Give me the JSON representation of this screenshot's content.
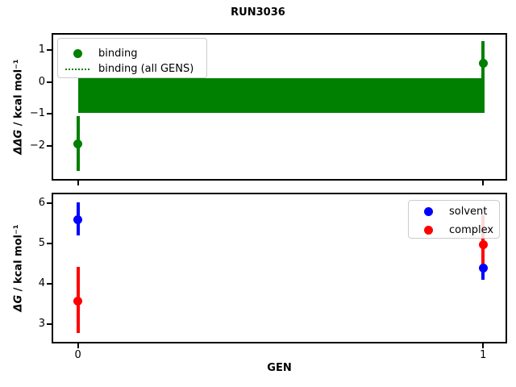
{
  "title": "RUN3036",
  "top_plot": {
    "ylabel_math": "ΔΔG",
    "ylabel_rest": " / kcal mol⁻¹",
    "legend": [
      {
        "label": "binding",
        "marker": "circle",
        "color": "#008000"
      },
      {
        "label": "binding (all GENS)",
        "marker": "dotted-line",
        "color": "#008000"
      }
    ]
  },
  "bottom_plot": {
    "xlabel": "GEN",
    "ylabel_math": "ΔG",
    "ylabel_rest": " / kcal mol⁻¹",
    "legend": [
      {
        "label": "solvent",
        "marker": "circle",
        "color": "#0000ff"
      },
      {
        "label": "complex",
        "marker": "circle",
        "color": "#ff0000"
      }
    ]
  },
  "chart_data": [
    {
      "type": "errorbar",
      "subplot": "top",
      "title": "RUN3036",
      "ylabel": "ΔΔG / kcal mol⁻¹",
      "x": [
        0,
        1
      ],
      "series": [
        {
          "name": "binding",
          "color": "#008000",
          "y": [
            -1.94,
            0.59
          ],
          "err_lo": [
            -2.79,
            -0.97
          ],
          "err_hi": [
            -1.07,
            1.28
          ]
        }
      ],
      "band": {
        "name": "binding (all GENS)",
        "color": "#008000",
        "from": -0.97,
        "to": 0.12,
        "x_from": 0,
        "x_to": 1
      },
      "yticks": [
        "1",
        "0",
        "−1",
        "−2"
      ],
      "ytick_values": [
        1,
        0,
        -1,
        -2
      ],
      "xtick_values": [
        0,
        1
      ],
      "ylim": [
        -3.05,
        1.48
      ],
      "xlim": [
        -0.06,
        1.06
      ],
      "legend_position": "upper left"
    },
    {
      "type": "errorbar",
      "subplot": "bottom",
      "xlabel": "GEN",
      "ylabel": "ΔG / kcal mol⁻¹",
      "x": [
        0,
        1
      ],
      "series": [
        {
          "name": "solvent",
          "color": "#0000ff",
          "y": [
            5.59,
            4.39
          ],
          "err_lo": [
            5.21,
            4.1
          ],
          "err_hi": [
            6.02,
            4.69
          ]
        },
        {
          "name": "complex",
          "color": "#ff0000",
          "y": [
            3.57,
            4.97
          ],
          "err_lo": [
            2.79,
            4.41
          ],
          "err_hi": [
            4.42,
            5.71
          ]
        }
      ],
      "yticks": [
        "6",
        "5",
        "4",
        "3"
      ],
      "ytick_values": [
        6,
        5,
        4,
        3
      ],
      "xticks": [
        "0",
        "1"
      ],
      "xtick_values": [
        0,
        1
      ],
      "ylim": [
        2.56,
        6.22
      ],
      "xlim": [
        -0.06,
        1.06
      ],
      "legend_position": "upper right"
    }
  ]
}
